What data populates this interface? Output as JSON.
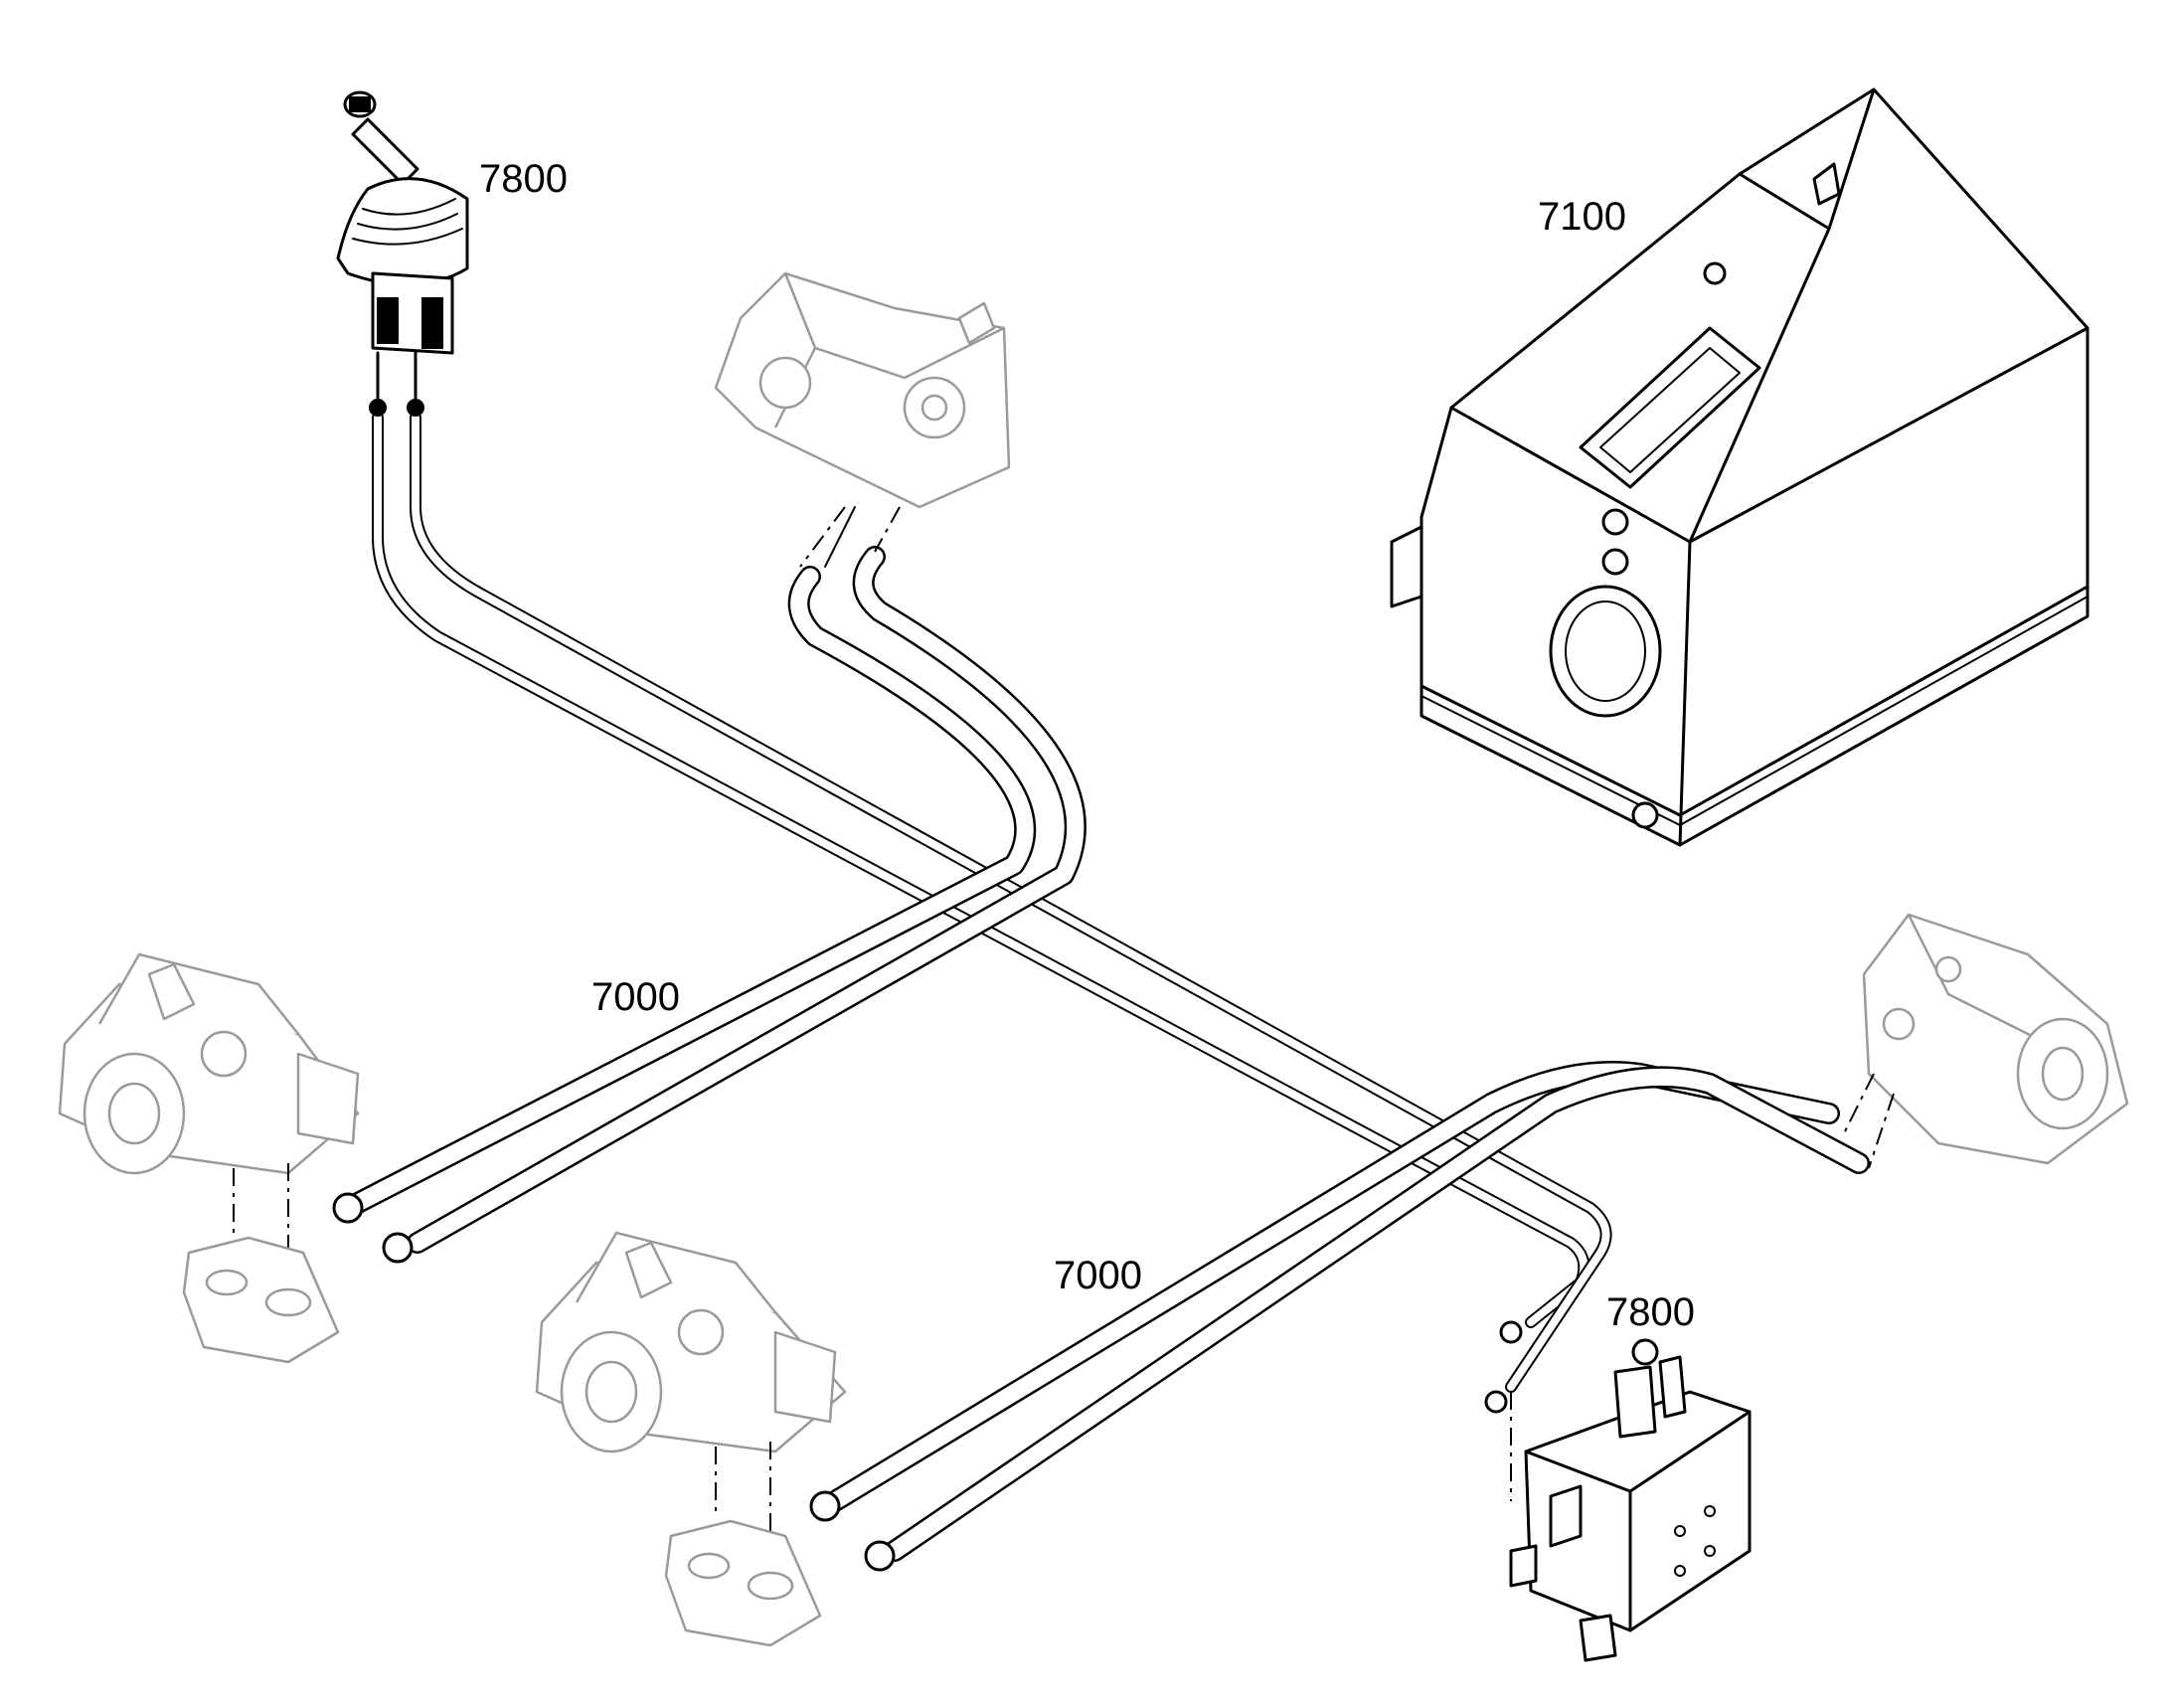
{
  "labels": {
    "joystick_top": "7800",
    "tank": "7100",
    "hoses_left": "7000",
    "hoses_center": "7000",
    "valve_bottom": "7800"
  }
}
